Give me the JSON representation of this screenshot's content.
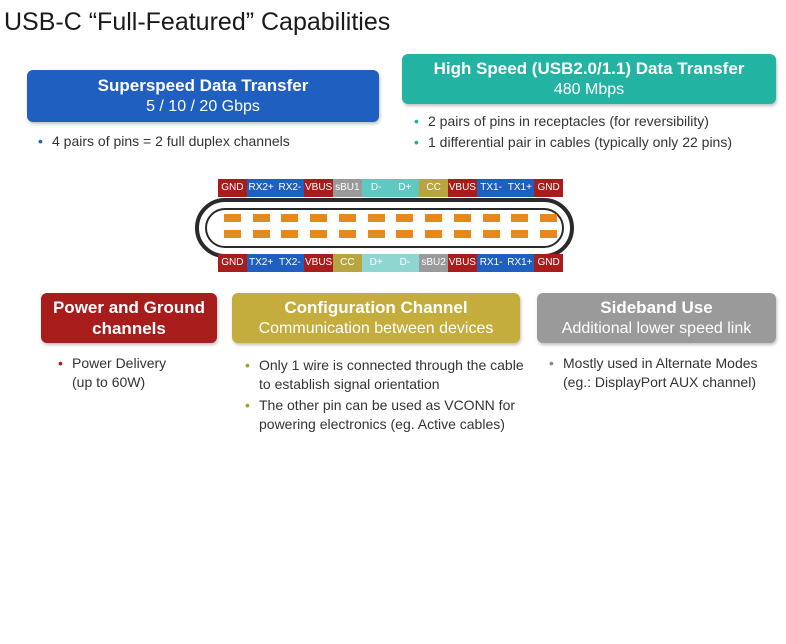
{
  "title": "USB-C “Full-Featured” Capabilities",
  "superspeed": {
    "heading": "Superspeed Data Transfer",
    "sub": "5 / 10 / 20 Gbps",
    "color": "#1f5fbf",
    "bullets": [
      "4 pairs of pins = 2 full duplex channels"
    ]
  },
  "highspeed": {
    "heading": "High Speed (USB2.0/1.1) Data Transfer",
    "sub": "480 Mbps",
    "color": "#22b3a2",
    "bullets": [
      "2 pairs of pins in receptacles (for reversibility)",
      "1 differential pair in cables (typically only 22 pins)"
    ]
  },
  "pins_top": [
    {
      "label": "GND",
      "color": "#a81c1c"
    },
    {
      "label": "RX2+",
      "color": "#1f5fbf"
    },
    {
      "label": "RX2-",
      "color": "#1f5fbf"
    },
    {
      "label": "VBUS",
      "color": "#a81c1c"
    },
    {
      "label": "sBU1",
      "color": "#9a9a9a"
    },
    {
      "label": "D-",
      "color": "#5fc8c0"
    },
    {
      "label": "D+",
      "color": "#5fc8c0"
    },
    {
      "label": "CC",
      "color": "#b8a440"
    },
    {
      "label": "VBUS",
      "color": "#a81c1c"
    },
    {
      "label": "TX1-",
      "color": "#1f5fbf"
    },
    {
      "label": "TX1+",
      "color": "#1f5fbf"
    },
    {
      "label": "GND",
      "color": "#a81c1c"
    }
  ],
  "pins_bottom": [
    {
      "label": "GND",
      "color": "#a81c1c"
    },
    {
      "label": "TX2+",
      "color": "#1f5fbf"
    },
    {
      "label": "TX2-",
      "color": "#1f5fbf"
    },
    {
      "label": "VBUS",
      "color": "#a81c1c"
    },
    {
      "label": "CC",
      "color": "#b8a440"
    },
    {
      "label": "D+",
      "color": "#8fd6d0"
    },
    {
      "label": "D-",
      "color": "#8fd6d0"
    },
    {
      "label": "sBU2",
      "color": "#9a9a9a"
    },
    {
      "label": "VBUS",
      "color": "#a81c1c"
    },
    {
      "label": "RX1-",
      "color": "#1f5fbf"
    },
    {
      "label": "RX1+",
      "color": "#1f5fbf"
    },
    {
      "label": "GND",
      "color": "#a81c1c"
    }
  ],
  "contact_color": "#e48a1c",
  "power": {
    "heading": "Power and Ground channels",
    "color": "#a81c1c",
    "bullets": [
      "Power Delivery (up to 60W)"
    ]
  },
  "config": {
    "heading": "Configuration Channel",
    "sub": "Communication between devices",
    "color": "#c4ad3c",
    "bullets": [
      "Only 1 wire is connected through the cable to establish signal orientation",
      "The other pin can be used as VCONN for powering electronics (eg. Active cables)"
    ]
  },
  "sideband": {
    "heading": "Sideband Use",
    "sub": "Additional lower speed link",
    "color": "#9a9a9a",
    "bullets": [
      "Mostly used in Alternate Modes (eg.: DisplayPort AUX channel)"
    ]
  }
}
